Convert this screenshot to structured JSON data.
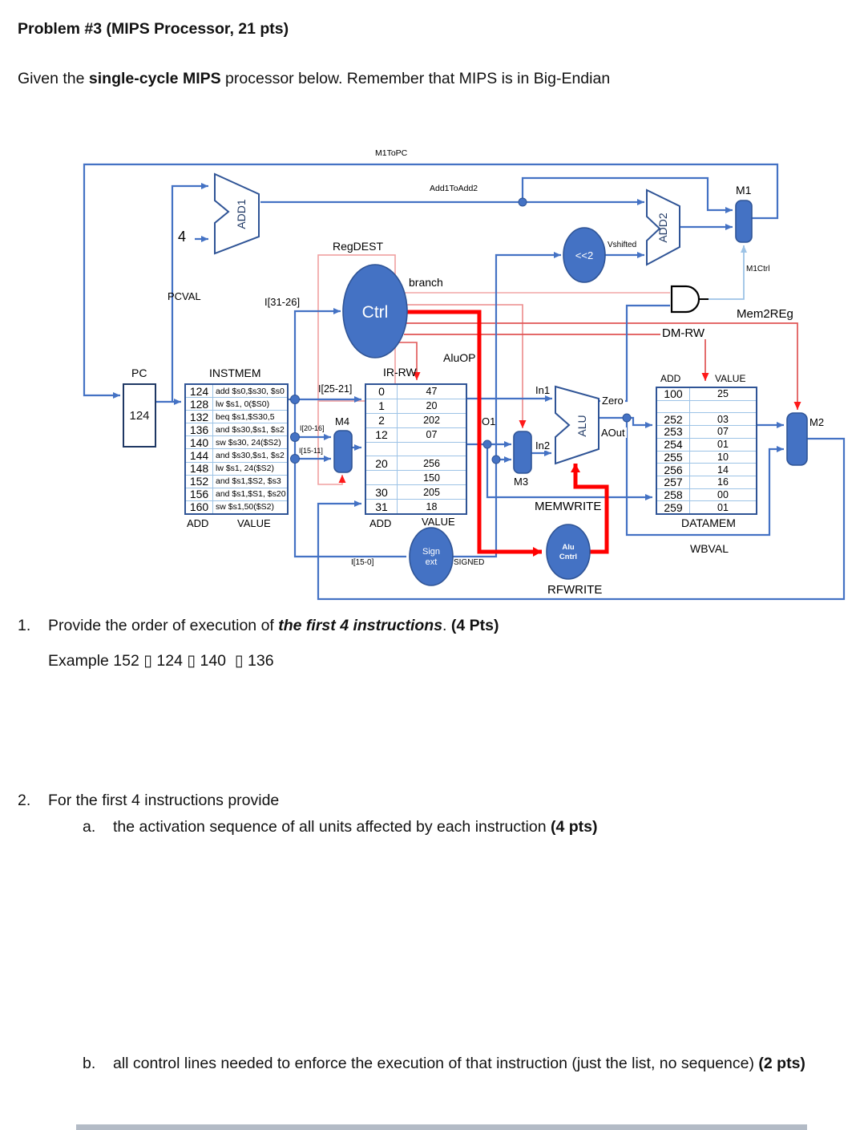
{
  "document": {
    "title": "Problem #3 (MIPS Processor, 21 pts)",
    "intro": {
      "prefix": "Given the ",
      "bold": "single-cycle MIPS",
      "suffix": " processor below. Remember that MIPS is in Big-Endian"
    },
    "q1": {
      "num": "1.",
      "text": "Provide the order of execution of ",
      "emph": "the first 4 instructions",
      "dot": ". ",
      "pts": "(4 Pts)",
      "example": "Example 152 ▯ 124 ▯ 140  ▯ 136"
    },
    "q2": {
      "num": "2.",
      "text": "For the first 4 instructions provide",
      "a_num": "a.",
      "a_text": "the activation sequence of all units affected by each instruction ",
      "a_pts": "(4 pts)",
      "b_num": "b.",
      "b_text": "all control lines needed to enforce the execution of that instruction (just the list, no sequence) ",
      "b_pts": "(2 pts)"
    }
  },
  "diagram": {
    "labels": {
      "m1topc": "M1ToPC",
      "add1toadd2": "Add1ToAdd2",
      "m1": "M1",
      "m2": "M2",
      "m3": "M3",
      "m4": "M4",
      "vshifted": "Vshifted",
      "m1ctrl": "M1Ctrl",
      "mem2reg": "Mem2REg",
      "dmrw": "DM-RW",
      "regdest": "RegDEST",
      "branch": "branch",
      "pcval": "PCVAL",
      "i3126": "I[31-26]",
      "i2521": "I[25-21]",
      "i2016": "I[20-16]",
      "i1511": "I[15-11]",
      "i150": "I[15-0]",
      "irrw": "IR-RW",
      "aluop": "AluOP",
      "in1": "In1",
      "in2": "In2",
      "o1": "O1",
      "zero": "Zero",
      "aout": "AOut",
      "memwrite": "MEMWRITE",
      "rfwrite": "RFWRITE",
      "wbval": "WBVAL",
      "signed": "SIGNED",
      "four": "4",
      "ctrl": "Ctrl",
      "add1": "ADD1",
      "add2": "ADD2",
      "alu": "ALU",
      "shl2": "<<2",
      "sign1": "Sign",
      "sign2": "ext",
      "alucntrl1": "Alu",
      "alucntrl2": "Cntrl"
    },
    "pc": {
      "label": "PC",
      "value": "124"
    },
    "instmem": {
      "title": "INSTMEM",
      "col_add": "ADD",
      "col_value": "VALUE",
      "rows": [
        {
          "add": "124",
          "value": "add $s0,$s30, $s0"
        },
        {
          "add": "128",
          "value": "lw $s1, 0($S0)"
        },
        {
          "add": "132",
          "value": "beq $s1,$S30,5"
        },
        {
          "add": "136",
          "value": "and $s30,$s1, $s2"
        },
        {
          "add": "140",
          "value": "sw $s30, 24($S2)"
        },
        {
          "add": "144",
          "value": "and $s30,$s1, $s2"
        },
        {
          "add": "148",
          "value": "lw $s1, 24($S2)"
        },
        {
          "add": "152",
          "value": "and $s1,$S2, $s3"
        },
        {
          "add": "156",
          "value": "and $s1,$S1, $s20"
        },
        {
          "add": "160",
          "value": "sw $s1,50($S2)"
        }
      ]
    },
    "regfile": {
      "col_add": "ADD",
      "col_value": "VALUE",
      "rows": [
        {
          "add": "0",
          "value": "47"
        },
        {
          "add": "1",
          "value": "20"
        },
        {
          "add": "2",
          "value": "202"
        },
        {
          "add": "12",
          "value": "07"
        },
        {
          "add": "",
          "value": ""
        },
        {
          "add": "20",
          "value": "256"
        },
        {
          "add": "",
          "value": "150"
        },
        {
          "add": "30",
          "value": "205"
        },
        {
          "add": "31",
          "value": "18"
        }
      ]
    },
    "datamem": {
      "title": "DATAMEM",
      "col_add": "ADD",
      "col_value": "VALUE",
      "rows": [
        {
          "add": "100",
          "value": "25"
        },
        {
          "add": "",
          "value": ""
        },
        {
          "add": "252",
          "value": "03"
        },
        {
          "add": "253",
          "value": "07"
        },
        {
          "add": "254",
          "value": "01"
        },
        {
          "add": "255",
          "value": "10"
        },
        {
          "add": "256",
          "value": "14"
        },
        {
          "add": "257",
          "value": "16"
        },
        {
          "add": "258",
          "value": "00"
        },
        {
          "add": "259",
          "value": "01"
        }
      ]
    }
  }
}
